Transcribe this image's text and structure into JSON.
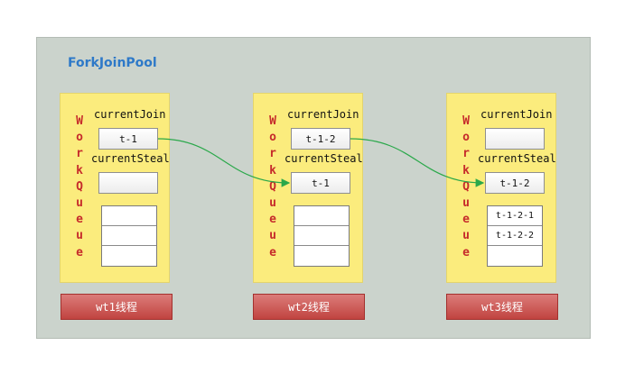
{
  "pool_title": "ForkJoinPool",
  "queue_label": "WorkQueue",
  "current_join_label": "currentJoin",
  "current_steal_label": "currentSteal",
  "queues": [
    {
      "current_join": "t-1",
      "current_steal": "",
      "stack": [
        "",
        "",
        ""
      ],
      "thread": "wt1线程"
    },
    {
      "current_join": "t-1-2",
      "current_steal": "t-1",
      "stack": [
        "",
        "",
        ""
      ],
      "thread": "wt2线程"
    },
    {
      "current_join": "",
      "current_steal": "t-1-2",
      "stack": [
        "t-1-2-1",
        "t-1-2-2",
        ""
      ],
      "thread": "wt3线程"
    }
  ],
  "colors": {
    "pool_background": "#cbd3cc",
    "queue_background": "#fbec7d",
    "queue_label": "#c62b2b",
    "title": "#2e79c8",
    "thread_button": "#c14440",
    "arrow": "#2aa84a"
  }
}
